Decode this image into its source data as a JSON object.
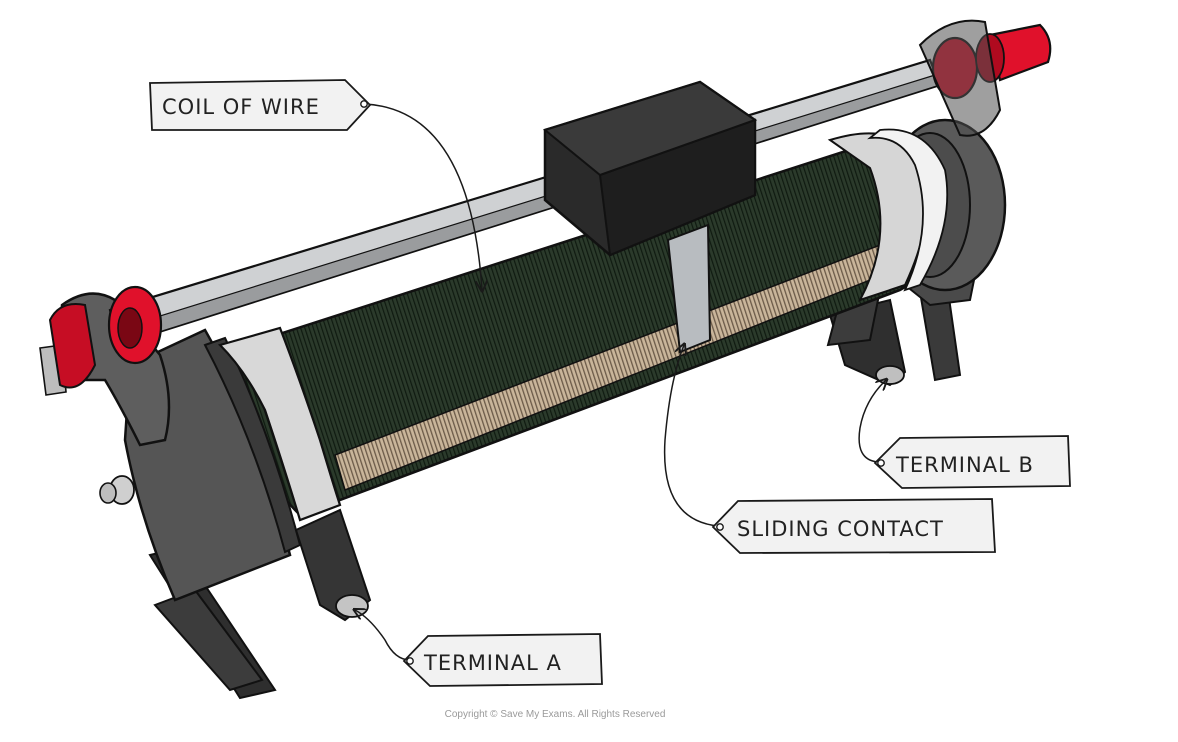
{
  "labels": {
    "coil": "COIL OF WIRE",
    "sliding_contact": "SLIDING CONTACT",
    "terminal_a": "TERMINAL A",
    "terminal_b": "TERMINAL B"
  },
  "copyright": "Copyright © Save My Exams. All Rights Reserved",
  "colors": {
    "coil_dark": "#2b3a2b",
    "coil_tan": "#c9b59a",
    "frame": "#5a5a5a",
    "frame_dark": "#3a3a3a",
    "rod": "#c8cacc",
    "slider": "#2a2a2a",
    "knob": "#e0112b",
    "tag_fill": "#f2f2f2",
    "outline": "#1a1a1a"
  }
}
